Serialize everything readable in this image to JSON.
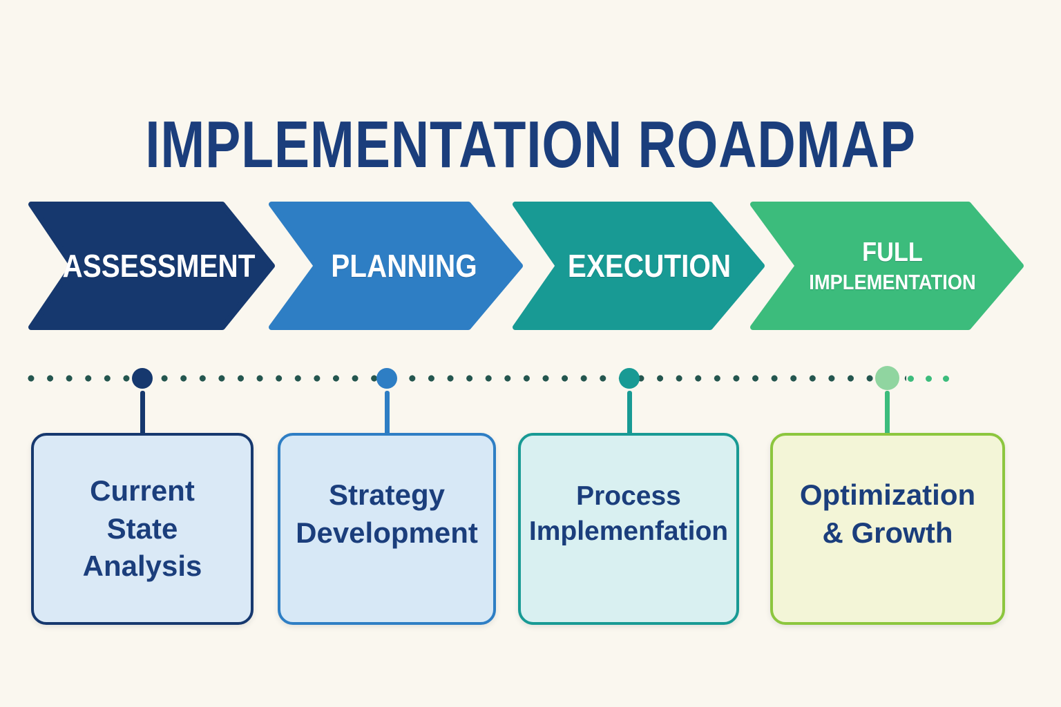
{
  "title": "IMPLEMENTATION ROADMAP",
  "colors": {
    "background": "#faf7ef",
    "title_text": "#1b3e7c",
    "arrow_text": "#ffffff",
    "box_text": "#1b3e7c",
    "timeline_dot": "#24564f",
    "stage1_main": "#16386e",
    "stage2_main": "#2e7ec4",
    "stage3_main": "#189a94",
    "stage4_main": "#3cbc7c",
    "stage4_dot": "#90d5a0",
    "stage4_box_border": "#8cc63e",
    "stage1_box_bg": "#dae9f6",
    "stage2_box_bg": "#d7e8f6",
    "stage3_box_bg": "#d9f0f1",
    "stage4_box_bg": "#f3f5d7"
  },
  "stages": [
    {
      "arrow_label": "ASSESSMENT",
      "box_label": "Current\nState\nAnalysis"
    },
    {
      "arrow_label": "PLANNING",
      "box_label": "Strategy\nDevelopment"
    },
    {
      "arrow_label": "EXECUTION",
      "box_label": "Process\nImplemenfation"
    },
    {
      "arrow_label": "FULL\nIMPLEMENTATION",
      "box_label": "Optimization\n& Growth"
    }
  ]
}
